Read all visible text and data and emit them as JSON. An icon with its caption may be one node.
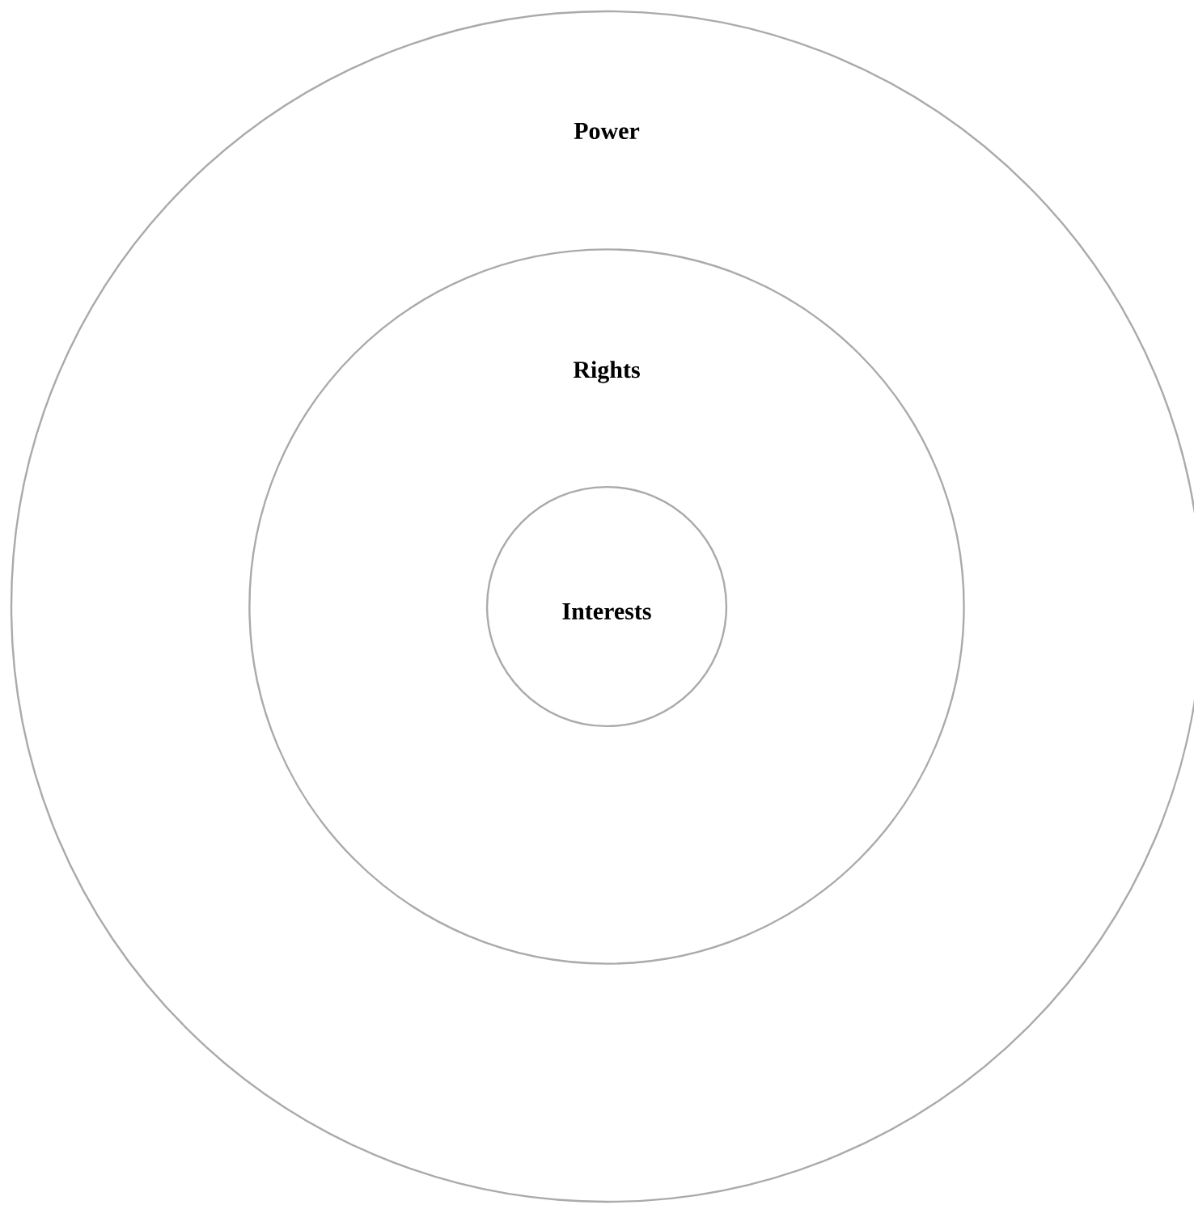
{
  "diagram": {
    "nodes": [
      {
        "text": [
          "Power"
        ]
      },
      {
        "text": [
          "Rights"
        ],
        "in": 0
      },
      {
        "text": [
          "Interests"
        ],
        "in": 1
      }
    ]
  }
}
